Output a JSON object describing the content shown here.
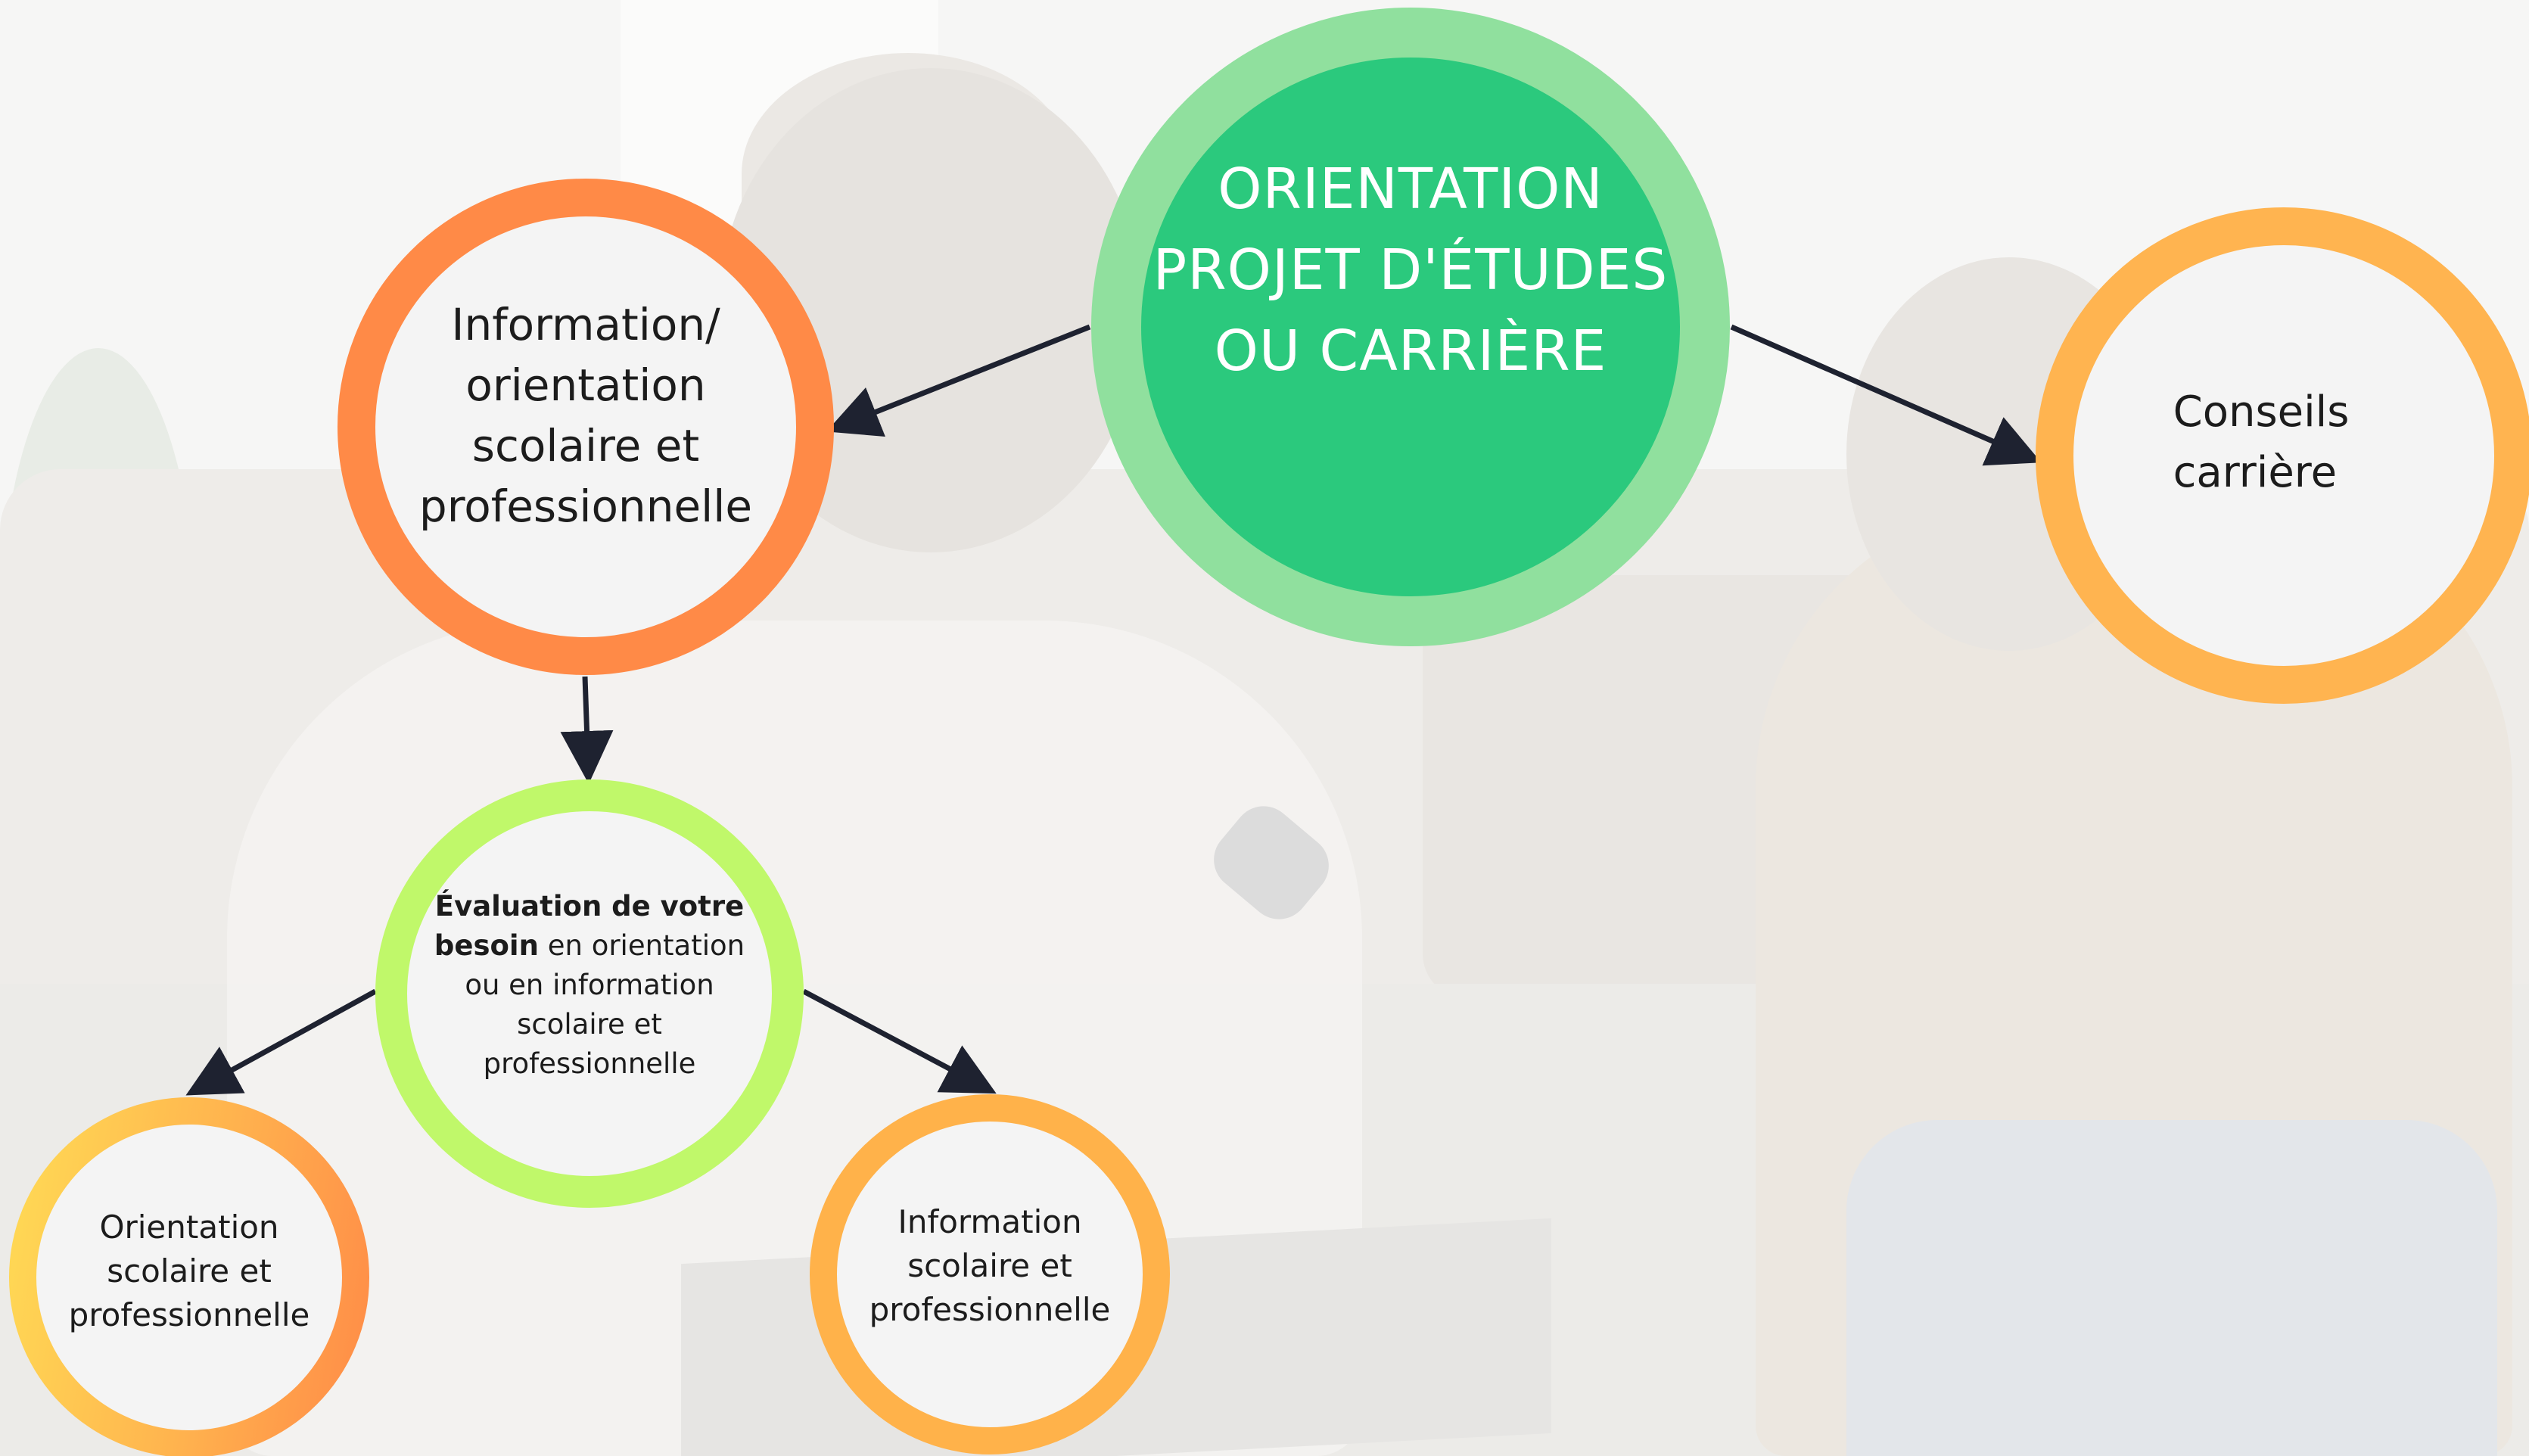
{
  "diagram": {
    "main_node": {
      "lines": [
        "ORIENTATION",
        "PROJET D'ÉTUDES",
        "OU CARRIÈRE"
      ]
    },
    "info_orientation_node": {
      "lines": [
        "Information/",
        "orientation",
        "scolaire et",
        "professionnelle"
      ]
    },
    "career_node": {
      "lines": [
        "Conseils",
        "carrière"
      ]
    },
    "evaluation_node": {
      "bold_line1": "Évaluation de votre",
      "bold_line2": "besoin",
      "line2_rest": " en orientation",
      "lines_rest": [
        "ou en information",
        "scolaire et",
        "professionnelle"
      ]
    },
    "orientation_scolaire_node": {
      "lines": [
        "Orientation",
        "scolaire et",
        "professionnelle"
      ]
    },
    "information_scolaire_node": {
      "lines": [
        "Information",
        "scolaire et",
        "professionnelle"
      ]
    }
  },
  "colors": {
    "main_fill": "#2bc97d",
    "main_ring": "#90e09e",
    "info_orientation_ring": "#ff8a47",
    "career_ring": "#ffb450",
    "evaluation_ring": "#c0f86a",
    "orientation_scolaire_ring_gradient": [
      "#ffdc55",
      "#ff8a47"
    ],
    "information_scolaire_ring": "#ffb24a",
    "arrow": "#1e2230"
  }
}
